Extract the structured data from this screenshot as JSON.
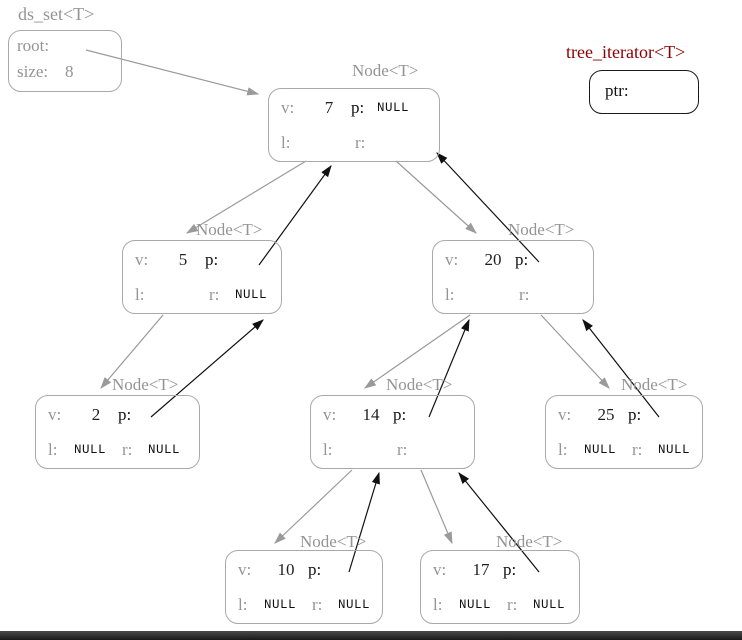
{
  "colors": {
    "gray_text": "#949494",
    "black_text": "#111111",
    "iterator_title": "#8b0000",
    "node_border": "#a9a9a9",
    "iterator_border": "#1a1a1a",
    "gray_arrow": "#9a9a9a",
    "black_arrow": "#111111",
    "bottom_bar": "#2d2d2d"
  },
  "ds_set": {
    "title": "ds_set<T>",
    "root_label": "root:",
    "size_label": "size:",
    "size_value": "8"
  },
  "iterator": {
    "title": "tree_iterator<T>",
    "ptr_label": "ptr:"
  },
  "node_title": "Node<T>",
  "labels": {
    "v": "v:",
    "p": "p:",
    "l": "l:",
    "r": "r:"
  },
  "nodes": [
    {
      "name": "node-7",
      "v": "7",
      "p": "NULL",
      "l": "",
      "r": ""
    },
    {
      "name": "node-5",
      "v": "5",
      "p": "",
      "l": "",
      "r": "NULL"
    },
    {
      "name": "node-20",
      "v": "20",
      "p": "",
      "l": "",
      "r": ""
    },
    {
      "name": "node-2",
      "v": "2",
      "p": "",
      "l": "NULL",
      "r": "NULL"
    },
    {
      "name": "node-14",
      "v": "14",
      "p": "",
      "l": "",
      "r": ""
    },
    {
      "name": "node-25",
      "v": "25",
      "p": "",
      "l": "NULL",
      "r": "NULL"
    },
    {
      "name": "node-10",
      "v": "10",
      "p": "",
      "l": "NULL",
      "r": "NULL"
    },
    {
      "name": "node-17",
      "v": "17",
      "p": "",
      "l": "NULL",
      "r": "NULL"
    }
  ],
  "edges": {
    "gray_child_links": [
      "root→7",
      "7.l→5",
      "7.r→20",
      "5.l→2",
      "20.l→14",
      "20.r→25",
      "14.l→10",
      "14.r→17"
    ],
    "black_parent_links": [
      "5.p→7",
      "20.p→7",
      "2.p→5",
      "14.p→20",
      "25.p→20",
      "10.p→14",
      "17.p→14"
    ]
  }
}
